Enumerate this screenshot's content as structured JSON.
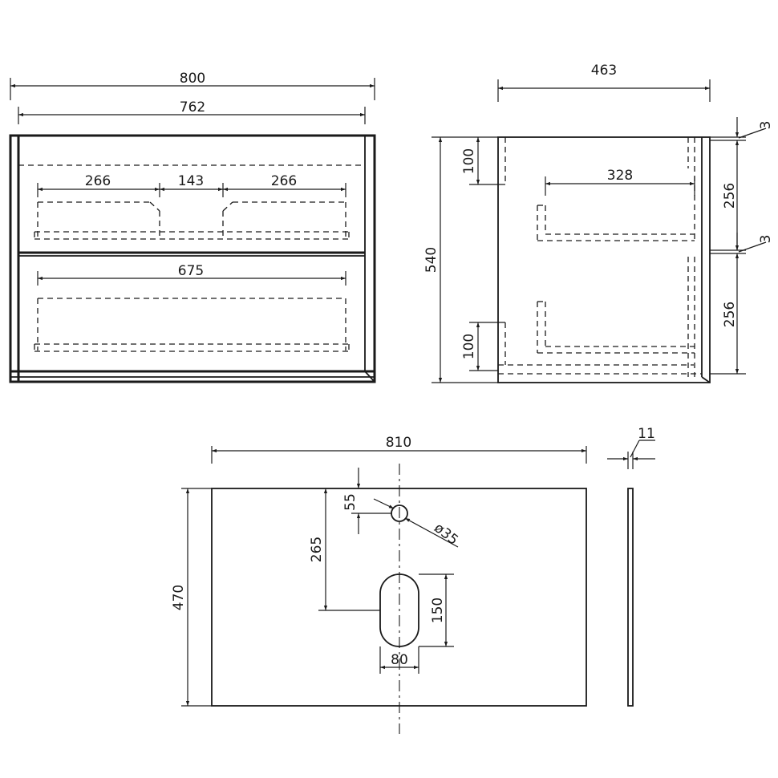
{
  "dimensions": {
    "cabinet_width": "800",
    "cabinet_inner_width": "762",
    "drawer_left": "266",
    "drawer_gap": "143",
    "drawer_right": "266",
    "drawer_lower": "675",
    "side_depth": "463",
    "height": "540",
    "top_offset": "100",
    "bottom_offset": "100",
    "interior_depth": "328",
    "gap_top": "3",
    "front_top": "256",
    "gap_mid": "3",
    "front_bottom": "256",
    "top_width": "810",
    "top_thickness": "11",
    "top_depth": "470",
    "tap_offset": "55",
    "tap_diameter": "ø35",
    "waste_offset": "265",
    "waste_length": "150",
    "waste_width": "80"
  }
}
